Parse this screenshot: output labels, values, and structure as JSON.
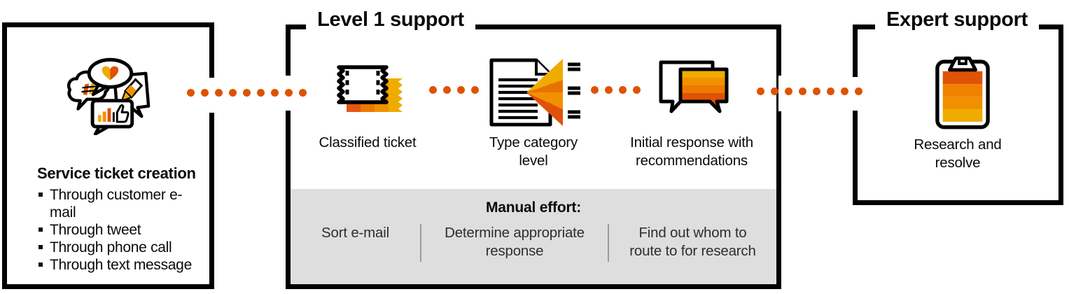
{
  "colors": {
    "accent": "#DD5304",
    "orange_dark": "#E05206",
    "orange_mid": "#EE7A00",
    "orange_light": "#F29100",
    "gold": "#F0AB00",
    "panel": "#DEDEDE",
    "divider": "#9B9B9B",
    "ink": "#000000"
  },
  "creation": {
    "title": "Service ticket creation",
    "bullets": [
      "Through customer e-mail",
      "Through tweet",
      "Through phone call",
      "Through text message"
    ]
  },
  "level1": {
    "title": "Level 1 support",
    "steps": [
      {
        "label": "Classified ticket"
      },
      {
        "label": "Type category level"
      },
      {
        "label": "Initial response with recommendations"
      }
    ],
    "manual_effort": {
      "title": "Manual effort:",
      "items": [
        "Sort e-mail",
        "Determine appropriate response",
        "Find out whom to route to for research"
      ]
    }
  },
  "expert": {
    "title": "Expert support",
    "label": "Research and resolve"
  }
}
